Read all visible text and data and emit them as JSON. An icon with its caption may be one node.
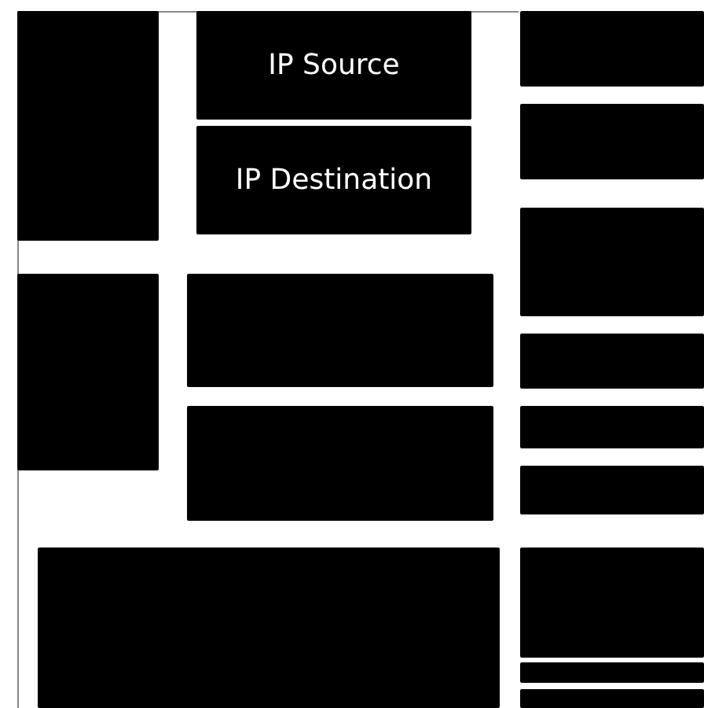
{
  "diagram": {
    "nodes": [
      {
        "text": [],
        "shape": "box"
      },
      {
        "text": [
          "IP Source"
        ]
      },
      {
        "text": [],
        "shape": "box"
      },
      {
        "text": [],
        "shape": "box"
      },
      {
        "text": [
          "IP Destination"
        ]
      },
      {
        "text": [],
        "shape": "box"
      },
      {
        "text": [],
        "shape": "box"
      },
      {
        "text": [],
        "shape": "box"
      },
      {
        "text": [],
        "shape": "box"
      },
      {
        "text": [],
        "shape": "box"
      },
      {
        "text": [],
        "shape": "box"
      },
      {
        "text": [],
        "shape": "box"
      },
      {
        "text": [],
        "shape": "box"
      },
      {
        "text": [],
        "shape": "box"
      },
      {
        "text": [],
        "shape": "box"
      },
      {
        "text": [],
        "shape": "box"
      }
    ]
  }
}
